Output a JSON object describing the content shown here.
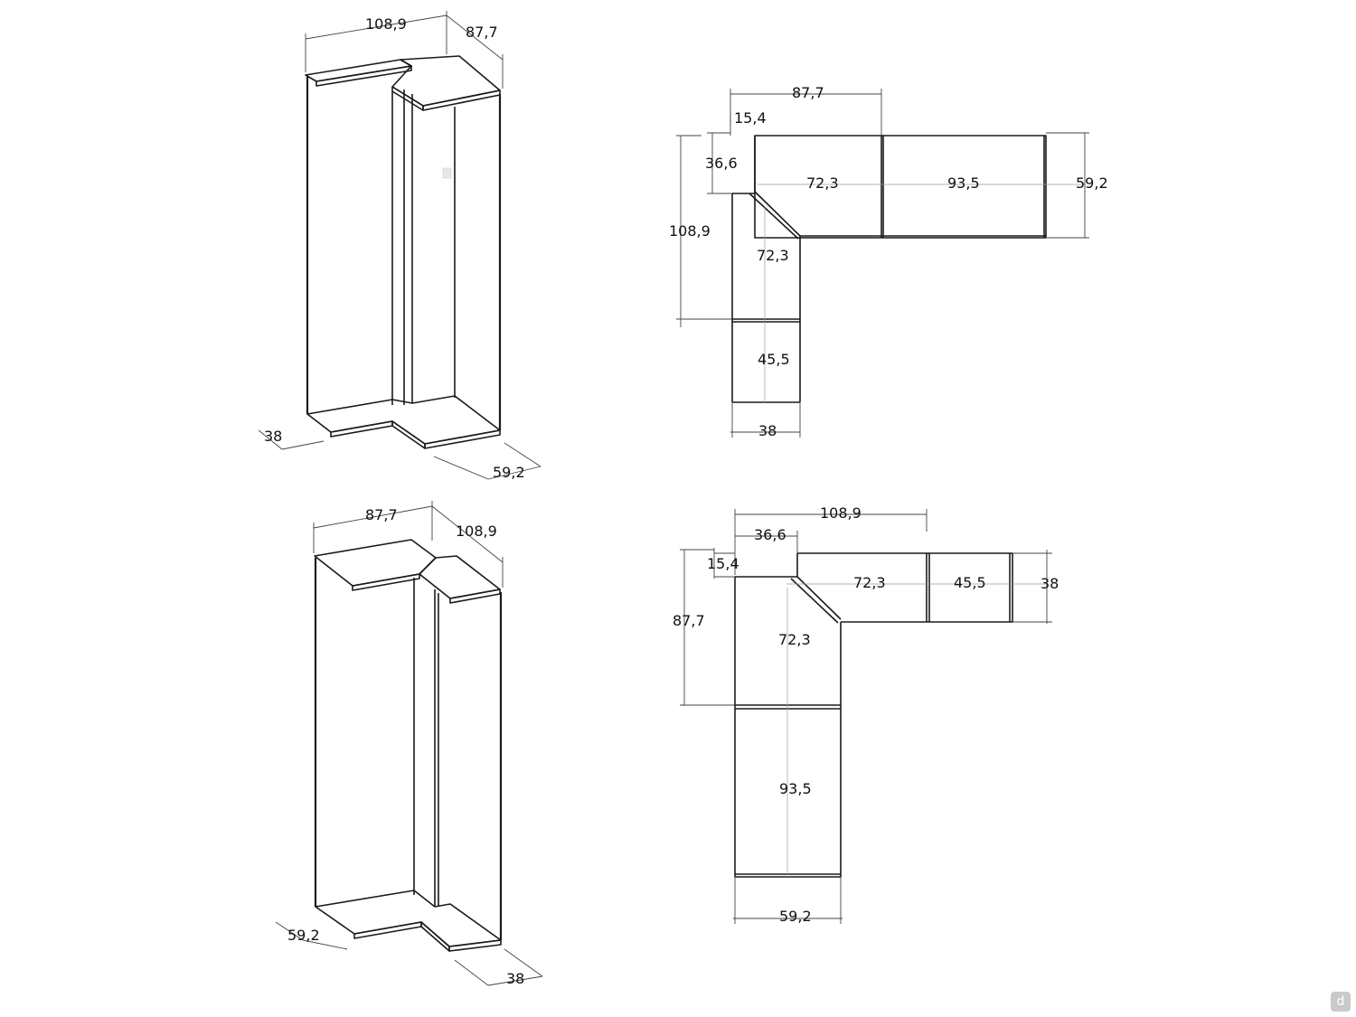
{
  "views": {
    "iso_top": {
      "width_label": "108,9",
      "depth_label": "87,7",
      "left_label": "38",
      "right_label": "59,2"
    },
    "plan_top": {
      "top_total": "87,7",
      "offset_small": "15,4",
      "offset_side": "36,6",
      "left_total": "108,9",
      "right_depth": "59,2",
      "corner_horiz": "72,3",
      "module_horiz": "93,5",
      "corner_vert": "72,3",
      "module_vert": "45,5",
      "bottom_width": "38"
    },
    "iso_bottom": {
      "width_label": "87,7",
      "depth_label": "108,9",
      "left_label": "59,2",
      "right_label": "38"
    },
    "plan_bottom": {
      "top_total": "108,9",
      "offset_side": "36,6",
      "offset_small": "15,4",
      "left_total": "87,7",
      "right_depth": "38",
      "corner_horiz": "72,3",
      "module_horiz": "45,5",
      "corner_vert": "72,3",
      "module_vert": "93,5",
      "bottom_width": "59,2"
    }
  },
  "watermark": {
    "icon": "logo-d-icon",
    "glyph": "d"
  }
}
